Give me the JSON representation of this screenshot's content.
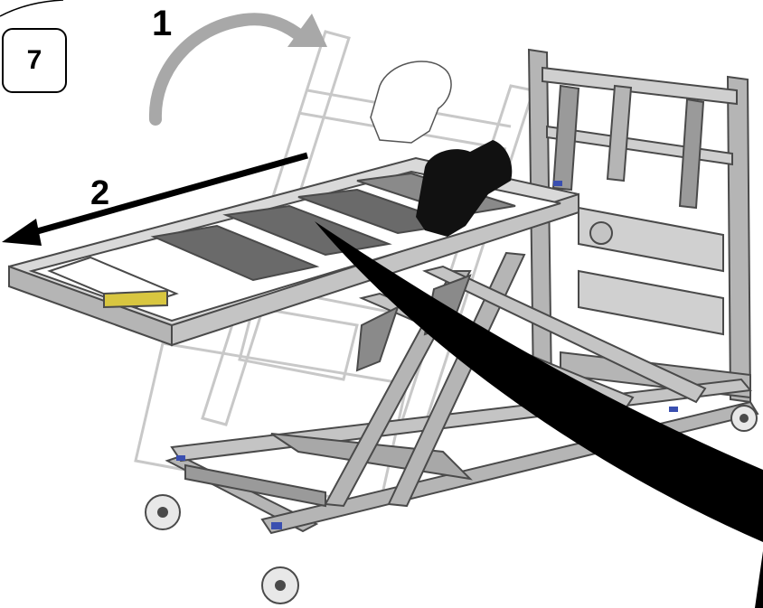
{
  "step": {
    "number": "7"
  },
  "callouts": {
    "rotate_label": "1",
    "pull_label": "2"
  },
  "colors": {
    "frame_stroke": "#4a4a4a",
    "frame_fill": "#b5b5b5",
    "frame_light": "#d9d9d9",
    "ghost_stroke": "#c8c8c8",
    "arrow_rotate": "#a8a8a8",
    "arrow_pull": "#000000",
    "accent_yellow": "#d8c640",
    "accent_blue": "#3a4fb0"
  },
  "icons": {
    "rotate": "curved-arrow-icon",
    "pull": "straight-arrow-icon",
    "hand_outline": "gloved-hand-outline-icon",
    "hand_solid": "gloved-hand-icon",
    "sweep": "sweep-arrow-icon"
  }
}
